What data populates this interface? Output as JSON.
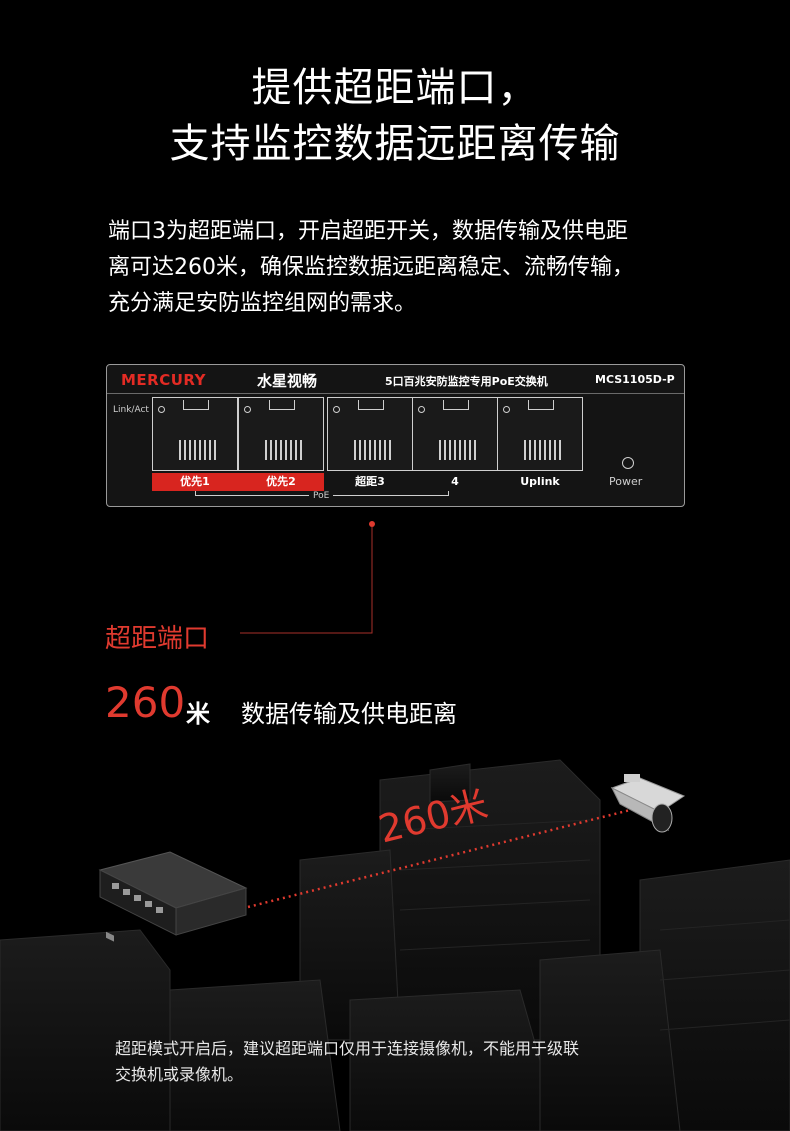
{
  "headline": {
    "line1": "提供超距端口，",
    "line2": "支持监控数据远距离传输"
  },
  "intro": {
    "line1": "端口3为超距端口，开启超距开关，数据传输及供电距",
    "line2": "离可达260米，确保监控数据远距离稳定、流畅传输，",
    "line3": "充分满足安防监控组网的需求。"
  },
  "switch_panel": {
    "brand": "MERCURY",
    "brand_cn": "水星视畅",
    "description": "5口百兆安防监控专用PoE交换机",
    "model": "MCS1105D-P",
    "link_act": "Link/Act",
    "ports": [
      {
        "label": "优先1",
        "highlight": true
      },
      {
        "label": "优先2",
        "highlight": true
      },
      {
        "label": "超距3",
        "highlight": false
      },
      {
        "label": "4",
        "highlight": false
      },
      {
        "label": "Uplink",
        "highlight": false
      }
    ],
    "poe_label": "PoE",
    "power_label": "Power"
  },
  "callout": {
    "label": "超距端口",
    "distance_value": "260",
    "distance_unit": "米",
    "distance_desc": "数据传输及供电距离"
  },
  "illustration": {
    "distance_label": "260米"
  },
  "footnote": {
    "line1": "超距模式开启后，建议超距端口仅用于连接摄像机，不能用于级联",
    "line2": "交换机或录像机。"
  },
  "colors": {
    "accent_red": "#e03a2f",
    "background": "#000000"
  }
}
